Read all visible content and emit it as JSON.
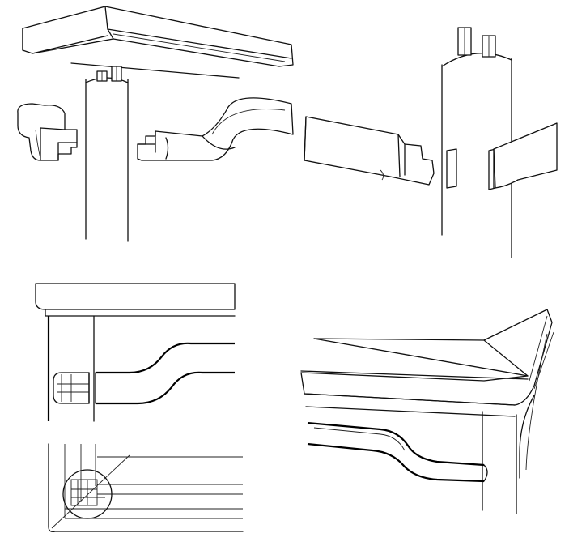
{
  "figure": {
    "panels": [
      {
        "id": "top-left",
        "content": "exploded-corner-joint-with-top-frame-and-spandrel-pieces"
      },
      {
        "id": "top-right",
        "content": "round-post-with-stretcher-and-mortise"
      },
      {
        "id": "middle-left",
        "content": "assembled-corner-elevation-with-curved-apron"
      },
      {
        "id": "bottom-left",
        "content": "plan-view-corner-detail-with-circled-joint"
      },
      {
        "id": "bottom-right",
        "content": "perspective-view-of-assembled-table-corner"
      }
    ],
    "colors": {
      "line": "#111111",
      "background": "#ffffff"
    }
  }
}
